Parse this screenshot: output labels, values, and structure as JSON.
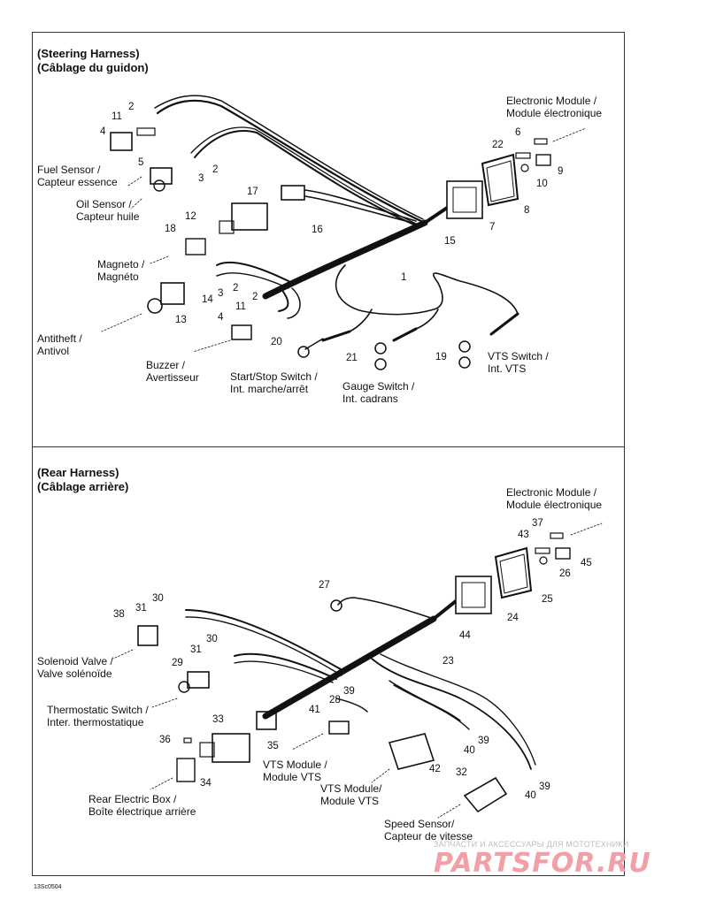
{
  "steering": {
    "title_en": "(Steering Harness)",
    "title_fr": "(Câblage du guidon)",
    "labels": {
      "electronic_module_en": "Electronic Module /",
      "electronic_module_fr": "Module électronique",
      "fuel_sensor_en": "Fuel Sensor /",
      "fuel_sensor_fr": "Capteur essence",
      "oil_sensor_en": "Oil Sensor /",
      "oil_sensor_fr": "Capteur huile",
      "magneto_en": "Magneto /",
      "magneto_fr": "Magnéto",
      "antitheft_en": "Antitheft /",
      "antitheft_fr": "Antivol",
      "buzzer_en": "Buzzer /",
      "buzzer_fr": "Avertisseur",
      "start_stop_en": "Start/Stop Switch /",
      "start_stop_fr": "Int. marche/arrêt",
      "gauge_switch_en": "Gauge Switch /",
      "gauge_switch_fr": "Int. cadrans",
      "vts_switch_en": "VTS Switch /",
      "vts_switch_fr": "Int. VTS"
    },
    "numbers": [
      "2",
      "11",
      "4",
      "5",
      "2",
      "3",
      "6",
      "22",
      "9",
      "10",
      "8",
      "17",
      "12",
      "16",
      "18",
      "7",
      "15",
      "1",
      "2",
      "3",
      "14",
      "13",
      "2",
      "11",
      "4",
      "20",
      "21",
      "19"
    ]
  },
  "rear": {
    "title_en": "(Rear Harness)",
    "title_fr": "(Câblage arrière)",
    "labels": {
      "electronic_module_en": "Electronic Module /",
      "electronic_module_fr": "Module électronique",
      "solenoid_en": "Solenoid Valve /",
      "solenoid_fr": "Valve solénoïde",
      "thermo_en": "Thermostatic Switch /",
      "thermo_fr": "Inter. thermostatique",
      "rear_box_en": "Rear Electric Box /",
      "rear_box_fr": "Boîte électrique arrière",
      "vts_module1_en": "VTS Module /",
      "vts_module1_fr": "Module VTS",
      "vts_module2_en": "VTS Module/",
      "vts_module2_fr": "Module VTS",
      "speed_sensor_en": "Speed Sensor/",
      "speed_sensor_fr": "Capteur de vitesse"
    },
    "numbers": [
      "37",
      "43",
      "45",
      "26",
      "25",
      "27",
      "24",
      "44",
      "30",
      "31",
      "38",
      "30",
      "31",
      "29",
      "23",
      "39",
      "28",
      "41",
      "33",
      "35",
      "36",
      "34",
      "39",
      "40",
      "42",
      "32",
      "39",
      "40"
    ]
  },
  "figure_code": "13Sc0504",
  "watermark": {
    "tagline": "ЗАПЧАСТИ И АКСЕССУАРЫ ДЛЯ МОТОТЕХНИКИ",
    "logo": "PARTSFOR.RU"
  }
}
